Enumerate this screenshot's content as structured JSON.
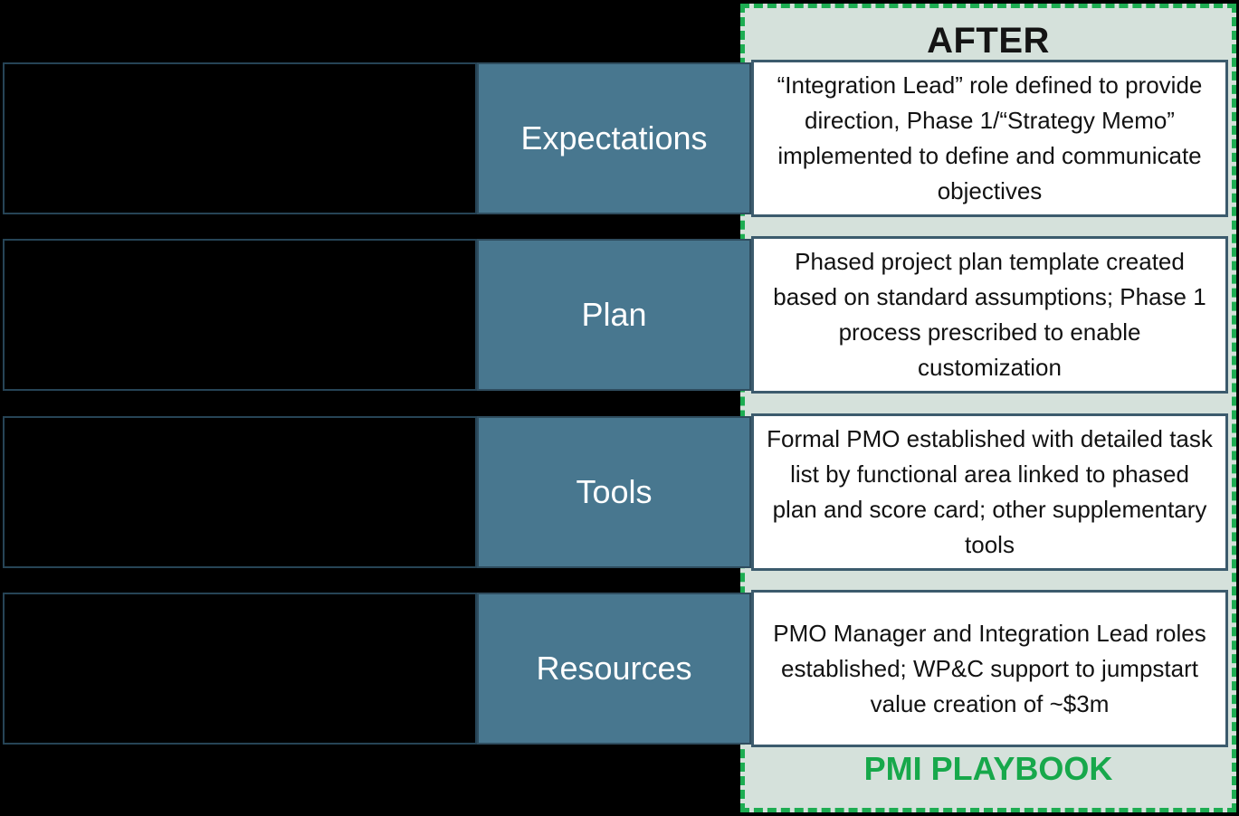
{
  "panel": {
    "title": "AFTER",
    "footer": "PMI PLAYBOOK"
  },
  "rows": [
    {
      "label": "Expectations",
      "after_text": "“Integration Lead” role defined to provide direction, Phase 1/“Strategy Memo” implemented to define and communicate objectives"
    },
    {
      "label": "Plan",
      "after_text": "Phased project plan template created based on standard assumptions; Phase 1 process prescribed to enable customization"
    },
    {
      "label": "Tools",
      "after_text": "Formal PMO established with detailed task list by functional area linked to phased plan and score card; other supplementary tools"
    },
    {
      "label": "Resources",
      "after_text": "PMO Manager and Integration Lead roles established; WP&C support to jumpstart value creation of ~$3m"
    }
  ],
  "colors": {
    "accent_green": "#1dad52",
    "panel_background": "#d5e1db",
    "category_teal": "#48778f",
    "category_border": "#2f4d5f",
    "description_border": "#3c5b6d",
    "slide_background": "#000000"
  }
}
